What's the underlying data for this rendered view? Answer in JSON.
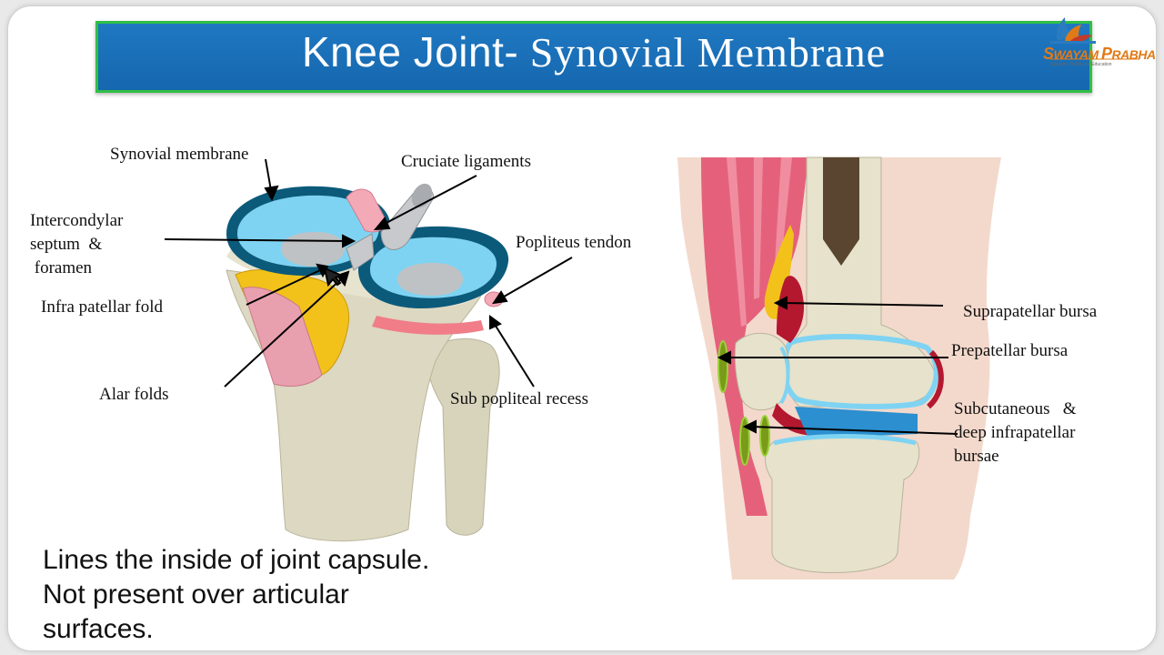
{
  "title": {
    "part1": "Knee Joint-",
    "part2": " Synovial Membrane"
  },
  "logo": {
    "main_a": "S",
    "main_b": "WAYAM ",
    "main_c": "P",
    "main_d": "RABHA",
    "tagline": "Swayam Prabha for Education"
  },
  "left_labels": {
    "synovial_membrane": "Synovial membrane",
    "cruciate_ligaments": "Cruciate ligaments",
    "intercondylar": "Intercondylar\nseptum  &\n foramen",
    "popliteus_tendon": "Popliteus tendon",
    "infra_patellar_fold": "Infra patellar fold",
    "alar_folds": "Alar folds",
    "sub_popliteal_recess": "Sub popliteal recess"
  },
  "right_labels": {
    "suprapatellar_bursa": "Suprapatellar bursa",
    "prepatellar_bursa": "Prepatellar bursa",
    "infrapatellar_bursae": "Subcutaneous   &\ndeep infrapatellar\nbursae"
  },
  "bottom_text": {
    "line1": "Lines the inside of joint capsule.",
    "line2": "Not present over articular",
    "line3": "surfaces."
  },
  "colors": {
    "title_bg": "#1a70b8",
    "title_border": "#2fbf45",
    "membrane": "#0b5a7a",
    "cartilage": "#7fd3f2",
    "bone": "#ddd9c3",
    "fat": "#f2c21a",
    "muscle": "#e56a85"
  }
}
